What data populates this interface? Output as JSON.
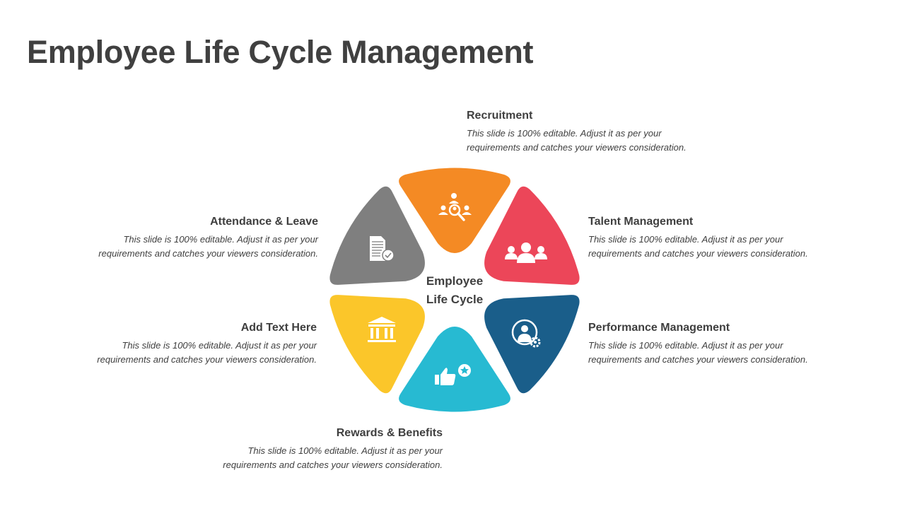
{
  "title": "Employee Life Cycle Management",
  "center_label": [
    "Employee",
    "Life Cycle"
  ],
  "stages": [
    {
      "label": "Recruitment",
      "color": "#F48A24",
      "icon": "recruitment-search-icon",
      "desc": [
        "This slide is 100% editable. Adjust it as per your",
        "requirements and catches your viewers consideration."
      ]
    },
    {
      "label": "Talent Management",
      "color": "#EC4659",
      "icon": "team-people-icon",
      "desc": [
        "This slide is 100% editable. Adjust it as per your",
        "requirements and catches your viewers consideration."
      ]
    },
    {
      "label": "Performance Management",
      "color": "#1A5E8A",
      "icon": "person-gear-icon",
      "desc": [
        "This slide is 100% editable. Adjust it as per your",
        "requirements and catches your viewers consideration."
      ]
    },
    {
      "label": "Rewards & Benefits",
      "color": "#27BAD2",
      "icon": "thumbs-up-star-icon",
      "desc": [
        "This slide is 100% editable. Adjust it as per your",
        "requirements and catches your viewers consideration."
      ]
    },
    {
      "label": "Add Text Here",
      "color": "#FBC62A",
      "icon": "bank-building-icon",
      "desc": [
        "This slide is 100% editable. Adjust it as per your",
        "requirements and catches your viewers consideration."
      ]
    },
    {
      "label": "Attendance & Leave",
      "color": "#7F7F7F",
      "icon": "document-check-icon",
      "desc": [
        "This slide is 100% editable. Adjust it as per your",
        "requirements and catches your viewers consideration."
      ]
    }
  ]
}
